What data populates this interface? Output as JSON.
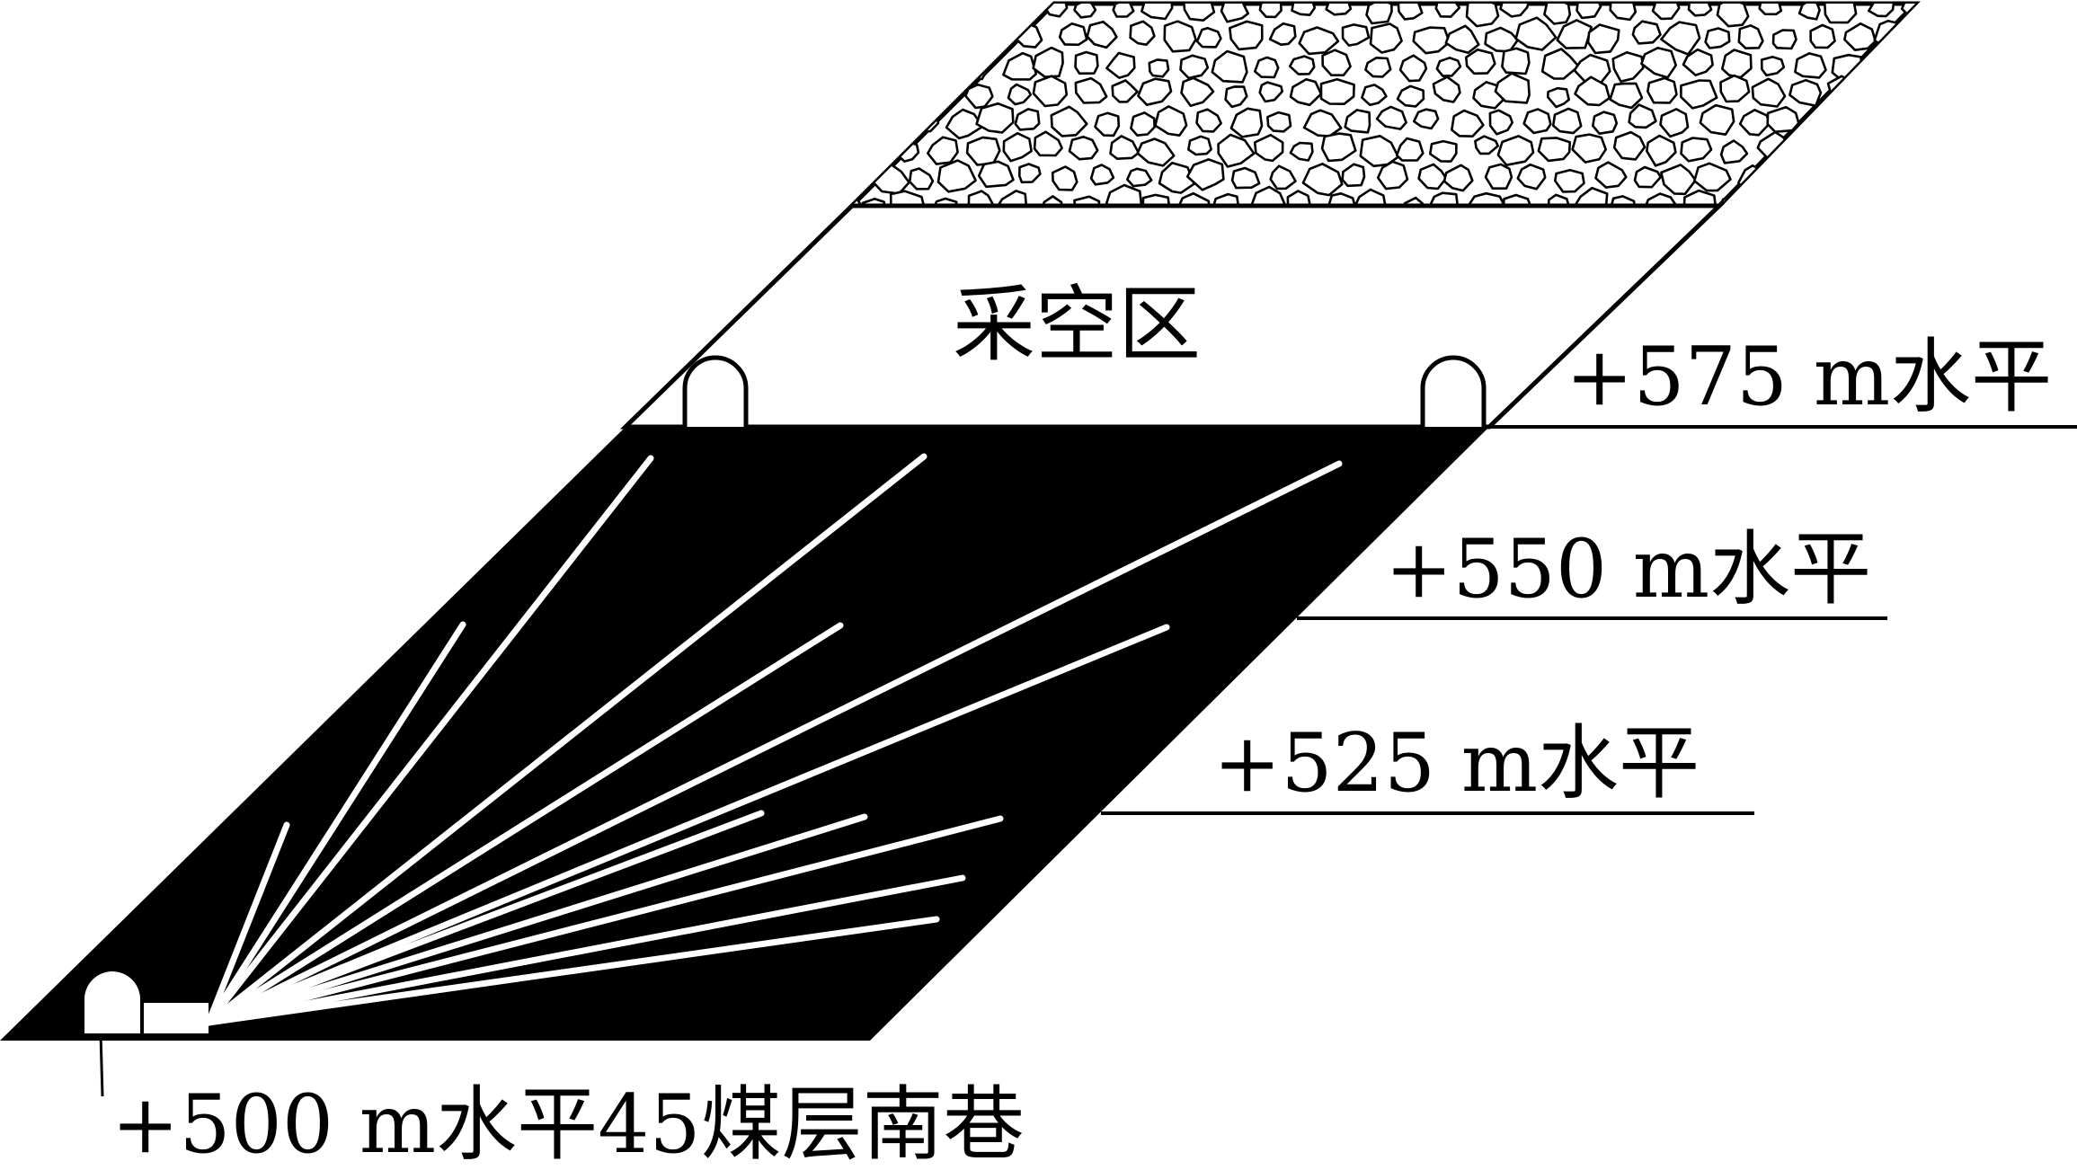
{
  "diagram": {
    "labels": {
      "goaf": "采空区",
      "level_575": "+575 m水平",
      "level_550": "+550 m水平",
      "level_525": "+525 m水平",
      "roadway": "+500 m水平45煤层南巷"
    },
    "colors": {
      "coal_seam": "#000000",
      "boreholes": "#ffffff",
      "rock_fill": "#ffffff",
      "outline": "#000000"
    }
  }
}
